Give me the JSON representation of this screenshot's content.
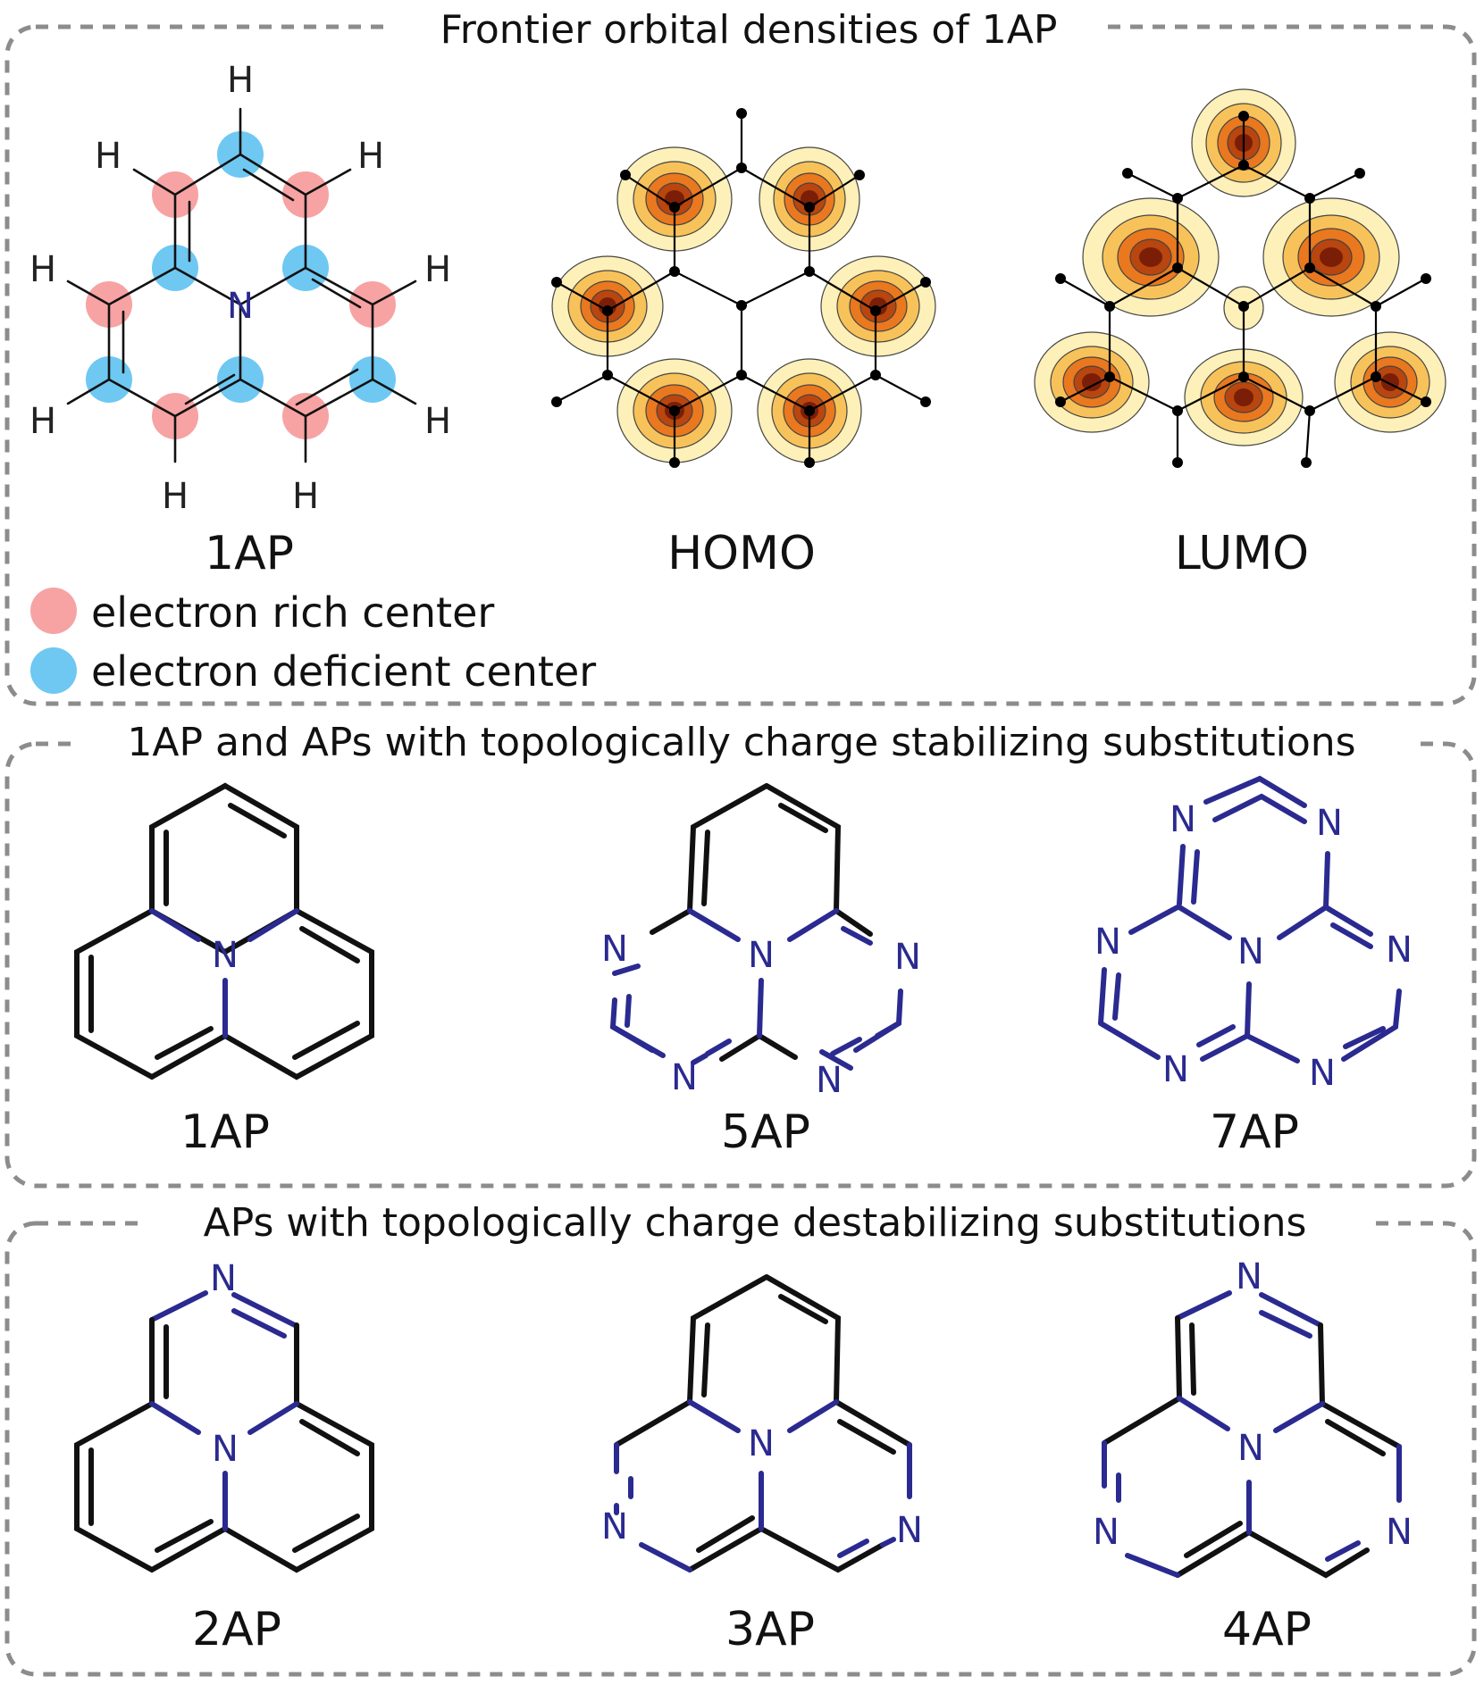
{
  "panels": {
    "top": {
      "title": "Frontier orbital densities of 1AP",
      "labels": [
        "1AP",
        "HOMO",
        "LUMO"
      ],
      "legend": [
        {
          "text": "electron rich center",
          "color": "#f7a3a3"
        },
        {
          "text": "electron deficient center",
          "color": "#6ec8f2"
        }
      ]
    },
    "middle": {
      "title": "1AP and APs with topologically charge stabilizing substitutions",
      "labels": [
        "1AP",
        "5AP",
        "7AP"
      ]
    },
    "bottom": {
      "title": "APs with topologically charge destabilizing substitutions",
      "labels": [
        "2AP",
        "3AP",
        "4AP"
      ]
    }
  },
  "atoms": {
    "H": "H",
    "N": "N"
  },
  "colors": {
    "frame": "#8c8c8c",
    "nitrogen": "#2a2a90",
    "orbital_outer": "#fdf0b8",
    "orbital_inner": "#7a1e08"
  }
}
